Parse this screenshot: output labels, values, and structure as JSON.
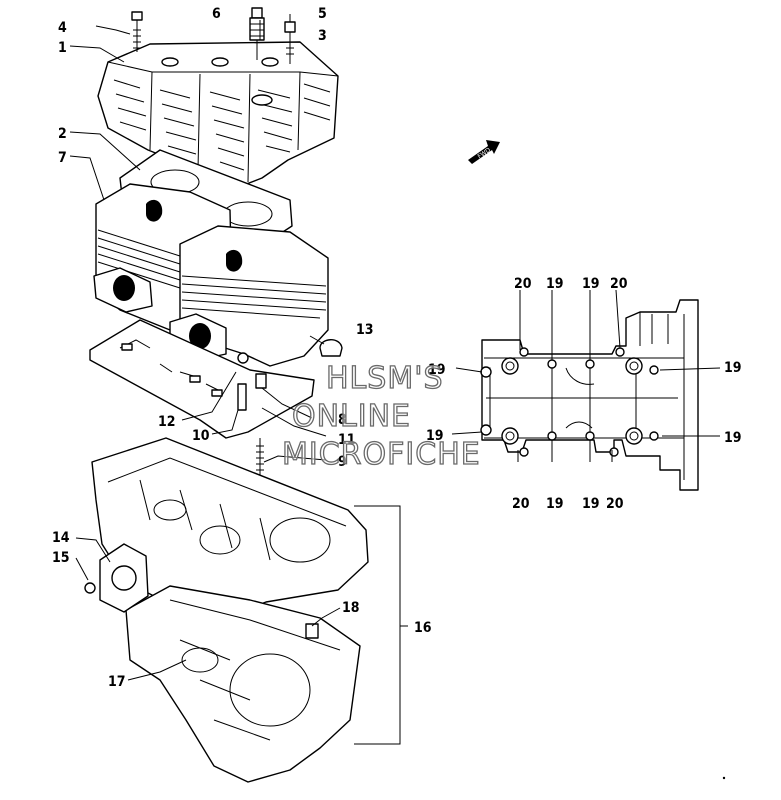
{
  "callouts_left": [
    "1",
    "2",
    "3",
    "4",
    "5",
    "6",
    "7",
    "8",
    "9",
    "10",
    "11",
    "12",
    "13",
    "14",
    "15",
    "16",
    "17",
    "18"
  ],
  "callouts_cover": [
    "19",
    "20"
  ],
  "fwd_label": "FWD",
  "watermark": {
    "line1": "HLSM'S",
    "line2": "ONLINE",
    "line3": "MICROFICHE"
  }
}
